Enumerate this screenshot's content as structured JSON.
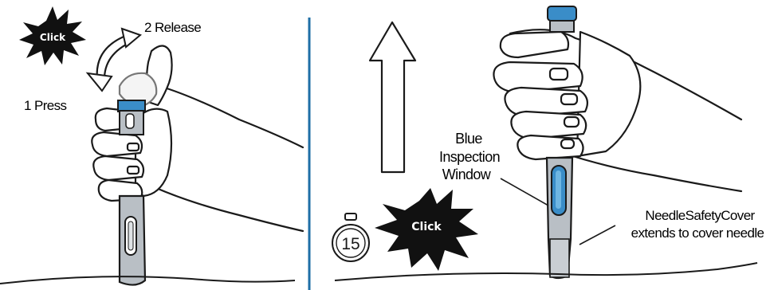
{
  "left_panel": {
    "click_text": "Click",
    "step1": "1 Press",
    "step2": "2 Release"
  },
  "right_panel": {
    "timer_number": "15",
    "click_text": "Click",
    "inspection_label": [
      "Blue",
      "Inspection",
      "Window"
    ],
    "cover_label": [
      "NeedleSafetyCover",
      "extends to cover needle"
    ]
  },
  "colors": {
    "divider": "#1f6fa6",
    "pen_blue": "#3a8dc8",
    "pen_gray": "#b9bfc5",
    "outline": "#1a1a1a",
    "burst": "#111111"
  }
}
